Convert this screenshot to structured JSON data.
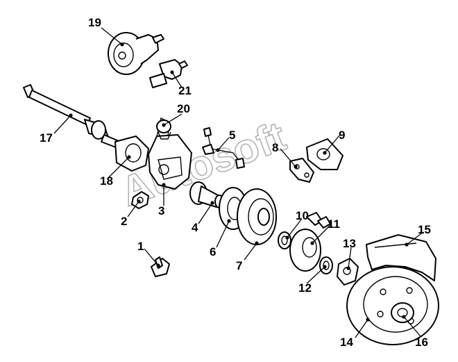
{
  "watermark": "Autosoft",
  "callouts": [
    {
      "id": "1",
      "text": "1"
    },
    {
      "id": "2",
      "text": "2"
    },
    {
      "id": "3",
      "text": "3"
    },
    {
      "id": "4",
      "text": "4"
    },
    {
      "id": "5",
      "text": "5"
    },
    {
      "id": "6",
      "text": "6"
    },
    {
      "id": "7",
      "text": "7"
    },
    {
      "id": "8",
      "text": "8"
    },
    {
      "id": "9",
      "text": "9"
    },
    {
      "id": "10",
      "text": "10"
    },
    {
      "id": "11",
      "text": "11"
    },
    {
      "id": "12",
      "text": "12"
    },
    {
      "id": "13",
      "text": "13"
    },
    {
      "id": "14",
      "text": "14"
    },
    {
      "id": "15",
      "text": "15"
    },
    {
      "id": "16",
      "text": "16"
    },
    {
      "id": "17",
      "text": "17"
    },
    {
      "id": "18",
      "text": "18"
    },
    {
      "id": "19",
      "text": "19"
    },
    {
      "id": "20",
      "text": "20"
    },
    {
      "id": "21",
      "text": "21"
    }
  ]
}
